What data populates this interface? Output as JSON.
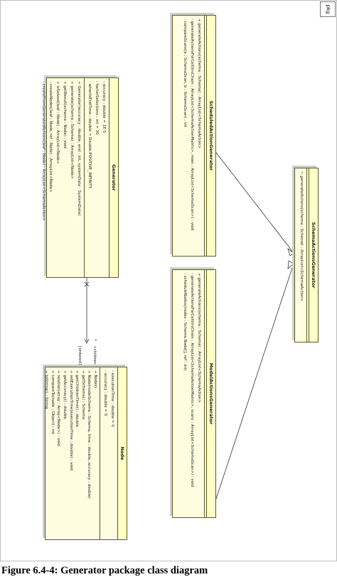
{
  "package_tab": "pkg",
  "classes": {
    "schema_actions_generator": {
      "name": "SchemaActionsGenerator",
      "ops": [
        "~ generateActions(schema : Schema) : ArrayList<SchemaAction>"
      ]
    },
    "scheduled_generator": {
      "name": "ScheduledActionGenerator",
      "ops": [
        "+ generateActions(schema : Schema) : ArrayList<SchemaAction>",
        "- generateActionsForCell(trsChain : ArrayList<SchemaActionMatrix>, rows : ArrayList<SchemaScan>) : void",
        "- compareScans(a : SchemaScan, b : SchemaScan) : int"
      ]
    },
    "model_generator": {
      "name": "ModelActionsGenerator",
      "ops": [
        "+ generateActions(schema : Schema) : ArrayList<SchemaAction>",
        "- generateActionsForCell(trsChain : ArrayList<SchemaActionMatrix>, scans : ArrayList<SchemaScan>) : void",
        "- scheduleNodes(nodes : Schema.Node[], ref : int)"
      ]
    },
    "generator": {
      "name": "Generator",
      "attrs": [
        "- accuracy : double = 1E-5",
        "- factorSelections : int = 30",
        "- whenIsEndTime : double = Double.POSITIVE_INFINITY"
      ],
      "ops": [
        "+ Generator(accuracy : double, end : int, systemData : SystemData)",
        "+ generate(schema : Schema) : ArrayList<Node>",
        "+ getResult(schema : Node) : void",
        "+ isSolved(leaf : Node) : ArrayList<Node>",
        "- createNodes(leaf : Node, ref : Node) : ArrayList<Node>",
        "- createFromGeneratedActions(leaf : Node) : ArrayList<SchemaAction>"
      ]
    },
    "node": {
      "name": "Node",
      "attrs": [
        "- executionTime : double = 0",
        "- accuracy : double = 0"
      ],
      "ops": [
        "+ Node()",
        "+ Node(nodeSchema : Schema, time : double, accuracy : double)",
        "+ getSchema() : Schema",
        "+ getChildrenTime() : double",
        "+ setExecutionTime(executionTime : double) : void",
        "+ getAccuracy() : double",
        "+ relation(array : Array<Node>) : void",
        "+ compareTo(node : Object) : int",
        "+ toString() : String"
      ]
    }
  },
  "association": {
    "multiplicity": "*",
    "role": "+children",
    "constraint": "{ordered}"
  },
  "caption": "Figure 6.4-4: Generator package class diagram"
}
